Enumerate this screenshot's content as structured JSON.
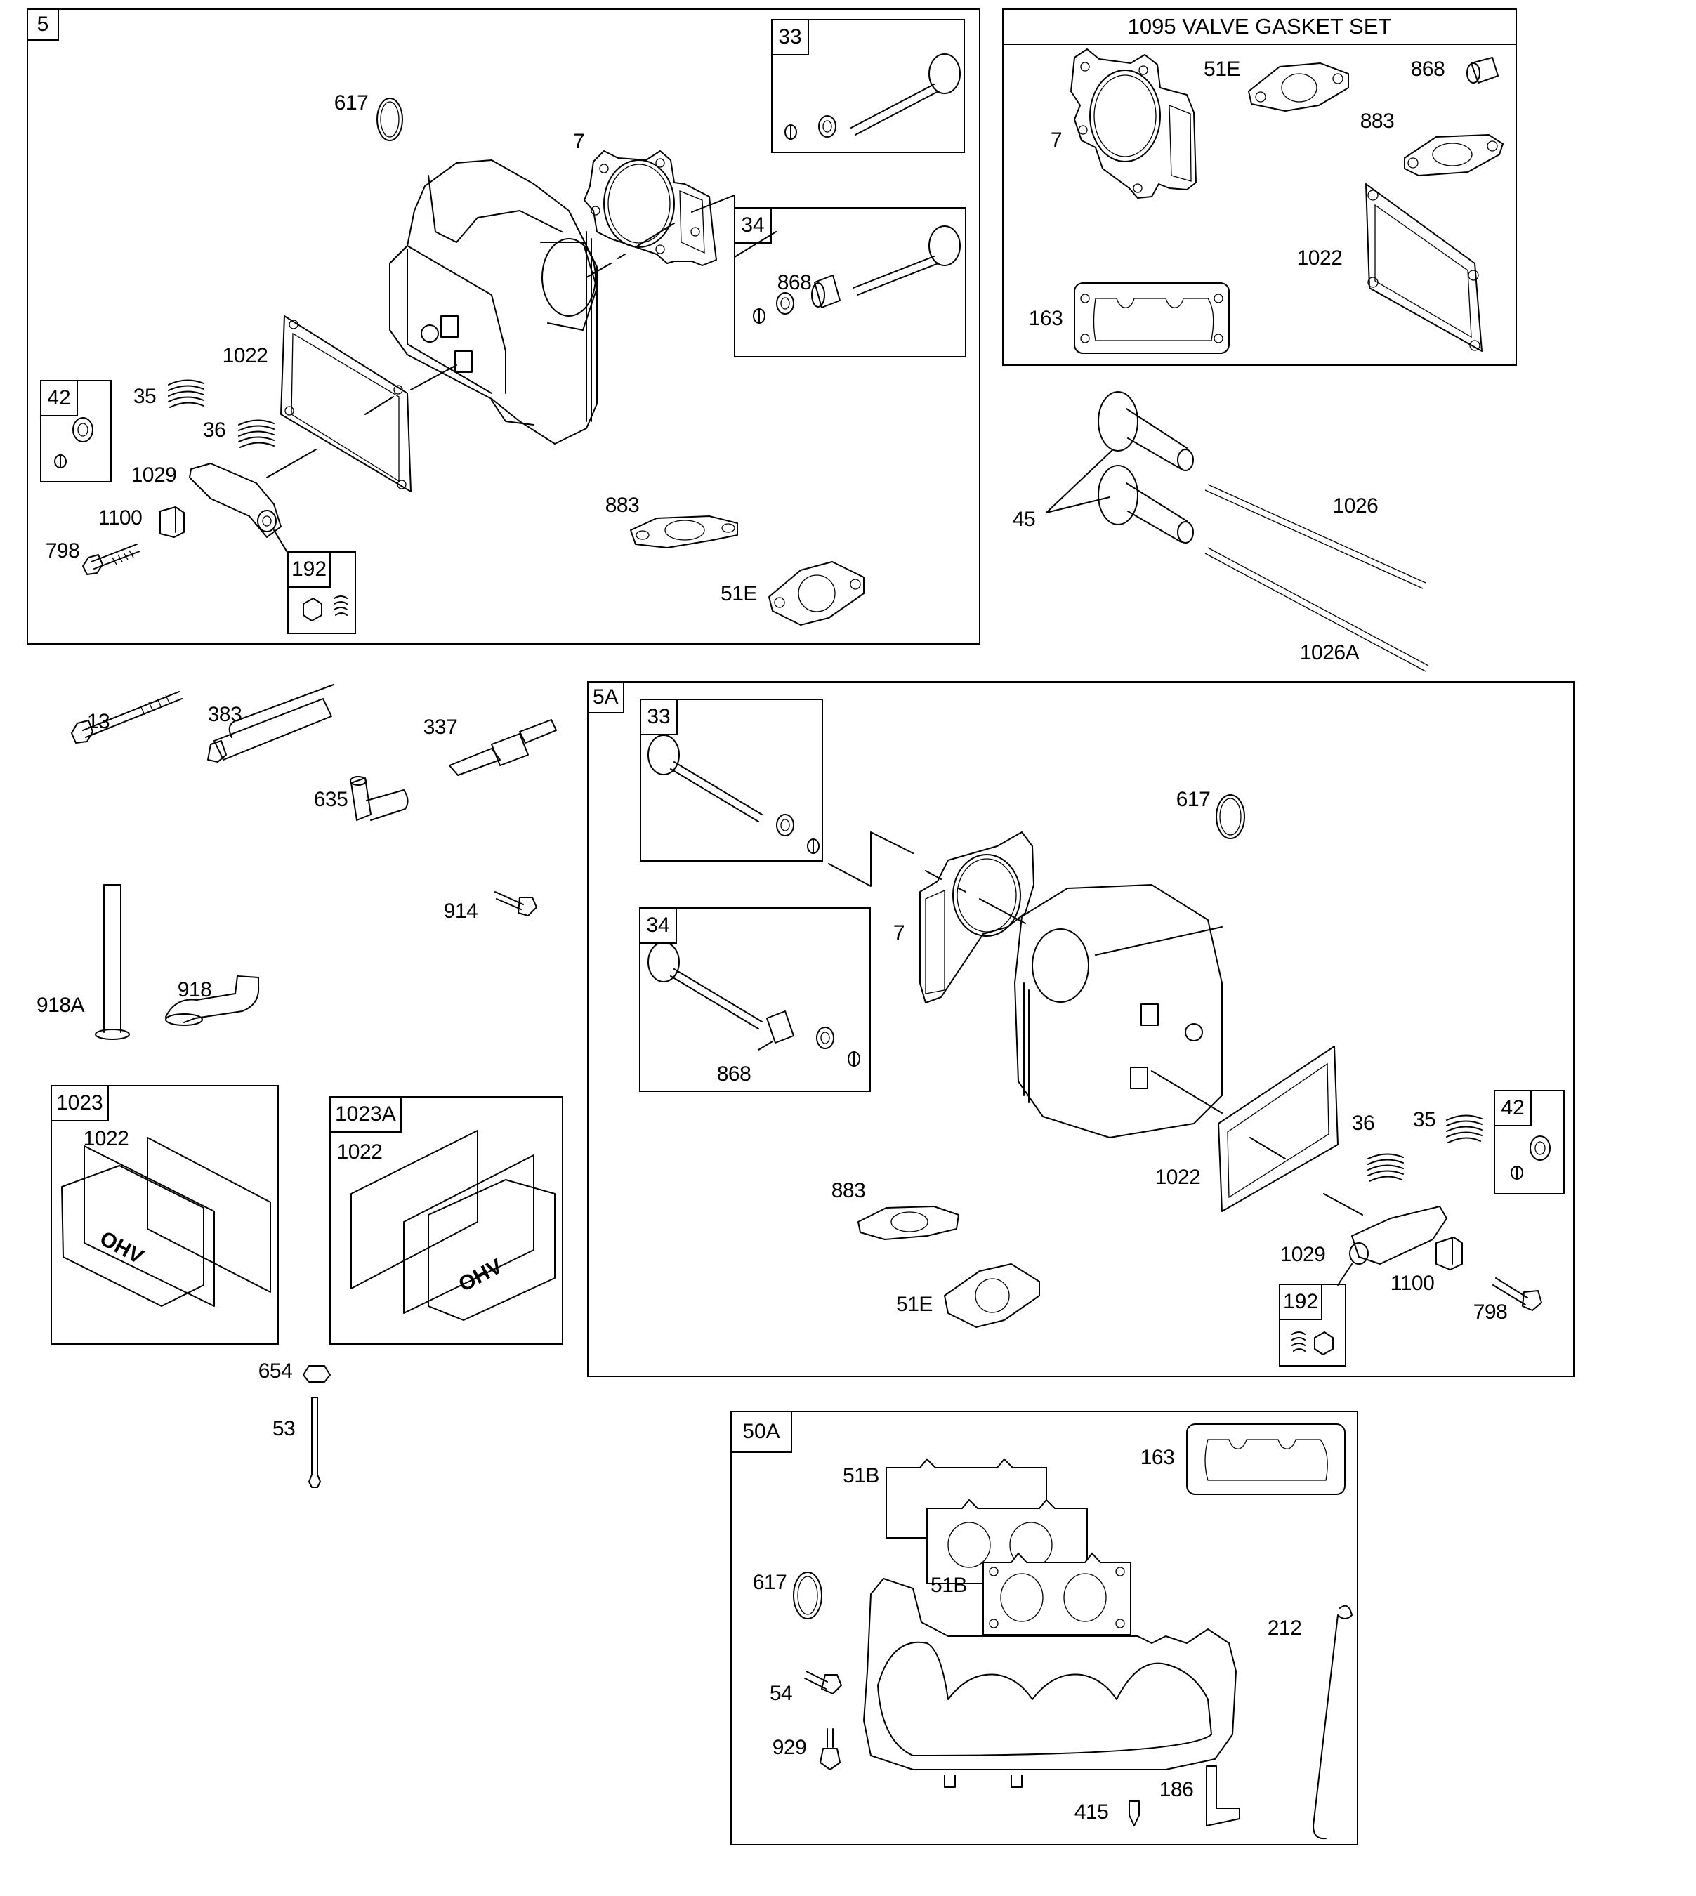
{
  "diagram": {
    "groups": [
      {
        "id": "5",
        "tag": "5",
        "labels": [
          "617",
          "7",
          "868",
          "1022",
          "35",
          "36",
          "1029",
          "1100",
          "798",
          "883",
          "51E"
        ],
        "subgroups": [
          {
            "tag": "33"
          },
          {
            "tag": "34"
          },
          {
            "tag": "42"
          },
          {
            "tag": "192"
          }
        ]
      },
      {
        "id": "1095",
        "title": "1095 VALVE GASKET SET",
        "labels": [
          "51E",
          "868",
          "7",
          "883",
          "1022",
          "163"
        ]
      },
      {
        "id": "5A",
        "tag": "5A",
        "labels": [
          "868",
          "617",
          "7",
          "1022",
          "36",
          "35",
          "883",
          "51E",
          "1029",
          "1100",
          "798"
        ],
        "subgroups": [
          {
            "tag": "33"
          },
          {
            "tag": "34"
          },
          {
            "tag": "42"
          },
          {
            "tag": "192"
          }
        ]
      },
      {
        "id": "1023",
        "tag": "1023",
        "labels": [
          "1022"
        ],
        "cover_text": "OHV"
      },
      {
        "id": "1023A",
        "tag": "1023A",
        "labels": [
          "1022"
        ],
        "cover_text": "OHV"
      },
      {
        "id": "50A",
        "tag": "50A",
        "labels": [
          "51B",
          "163",
          "51B",
          "617",
          "212",
          "54",
          "929",
          "186",
          "415"
        ]
      }
    ],
    "loose_parts": [
      "45",
      "1026",
      "1026A",
      "13",
      "383",
      "337",
      "635",
      "914",
      "918A",
      "918",
      "654",
      "53"
    ]
  }
}
